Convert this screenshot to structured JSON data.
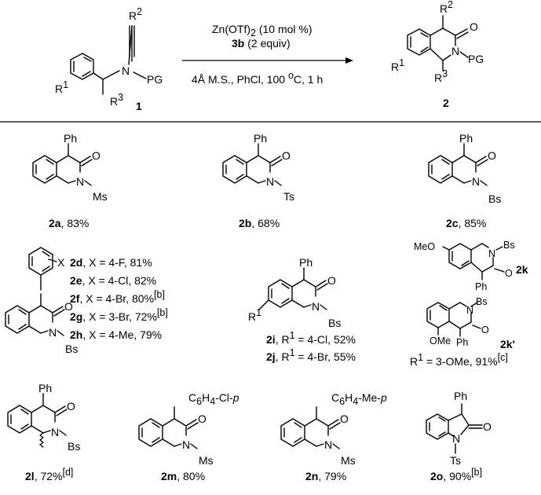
{
  "reaction": {
    "reagent_line1": "Zn(OTf)",
    "reagent_line1_sub": "2",
    "reagent_line1_rest": " (10 mol %)",
    "reagent_line2_bold": "3b",
    "reagent_line2_rest": " (2 equiv)",
    "conditions_a": "4Å M.S., PhCl, 100 ",
    "conditions_deg": "o",
    "conditions_b": "C, 1 h",
    "substrate_number": "1",
    "product_number": "2"
  },
  "atoms": {
    "R": "R",
    "sup1": "1",
    "sup2": "2",
    "sup3": "3",
    "N": "N",
    "O": "O",
    "PG": "PG",
    "Ph": "Ph",
    "Ms": "Ms",
    "Ts": "Ts",
    "Bs": "Bs",
    "X": "X",
    "MeO": "MeO",
    "OMe": "OMe",
    "C6H4": "C",
    "sub6": "6",
    "H4": "H",
    "sub4": "4",
    "Clp": "-Cl-",
    "Mep": "-Me-",
    "p": "p"
  },
  "compounds": {
    "c2a": {
      "id": "2a",
      "rest": ", 83%"
    },
    "c2b": {
      "id": "2b",
      "rest": ", 68%"
    },
    "c2c": {
      "id": "2c",
      "rest": ", 85%"
    },
    "c2d": {
      "id": "2d",
      "rest": ", X = 4-F, 81%"
    },
    "c2e": {
      "id": "2e",
      "rest": ", X = 4-Cl, 82%"
    },
    "c2f": {
      "id": "2f",
      "rest": ", X = 4-Br, 80%",
      "note": "[b]"
    },
    "c2g": {
      "id": "2g",
      "rest": ", X = 3-Br, 72%",
      "note": "[b]"
    },
    "c2h": {
      "id": "2h",
      "rest": ", X = 4-Me, 79%"
    },
    "c2i": {
      "id": "2i",
      "rest1": ", R",
      "sup": "1",
      "rest2": " = 4-Cl, 52%"
    },
    "c2j": {
      "id": "2j",
      "rest1": ", R",
      "sup": "1",
      "rest2": " = 4-Br, 55%"
    },
    "c2k": {
      "id": "2k"
    },
    "c2kp": {
      "id": "2k'"
    },
    "c2k_yield": {
      "pre": "R",
      "sup": "1",
      "rest": " = 3-OMe, 91%",
      "note": "[c]"
    },
    "c2l": {
      "id": "2l",
      "rest": ", 72%",
      "note": "[d]"
    },
    "c2m": {
      "id": "2m",
      "rest": ", 80%"
    },
    "c2n": {
      "id": "2n",
      "rest": ", 79%"
    },
    "c2o": {
      "id": "2o",
      "rest": ", 90%",
      "note": "[b]"
    }
  }
}
